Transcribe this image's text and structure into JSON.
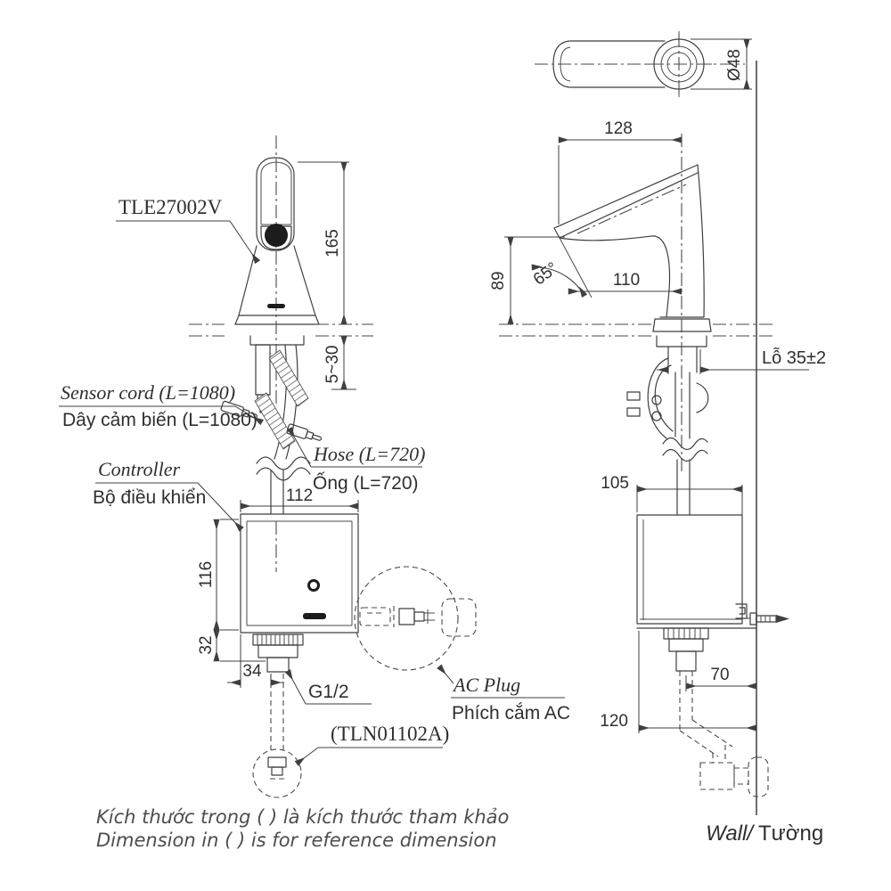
{
  "diagram": {
    "front_view": {
      "product_code": "TLE27002V",
      "sensor_cord_en": "Sensor cord (L=1080)",
      "sensor_cord_vi": "Dây cảm biến (L=1080)",
      "controller_en": "Controller",
      "controller_vi": "Bộ điều khiển",
      "hose_en": "Hose (L=720)",
      "hose_vi": "Ống (L=720)",
      "thread_size": "G1/2",
      "ac_plug_en": "AC Plug",
      "ac_plug_vi": "Phích cắm AC",
      "supply_valve_code": "(TLN01102A)",
      "dim_total_height": "165",
      "dim_deck_thickness": "5~30",
      "dim_controller_width": "112",
      "dim_controller_height": "116",
      "dim_fitting_height": "32",
      "dim_outlet_offset": "34"
    },
    "side_view": {
      "dim_spout_diameter": "Ø48",
      "dim_reach_tip": "128",
      "dim_spout_height": "89",
      "dim_spout_angle": "65°",
      "dim_spout_reach": "110",
      "hole_label": "Lỗ 35±2",
      "dim_controller_depth": "105",
      "dim_pipe_to_wall": "70",
      "dim_controller_to_wall": "120",
      "wall_label_en": "Wall/",
      "wall_label_vi": "Tường"
    },
    "notes": {
      "line_vi": "Kích thước trong ( ) là kích thước tham khảo",
      "line_en": "Dimension in ( ) is for reference dimension"
    }
  }
}
